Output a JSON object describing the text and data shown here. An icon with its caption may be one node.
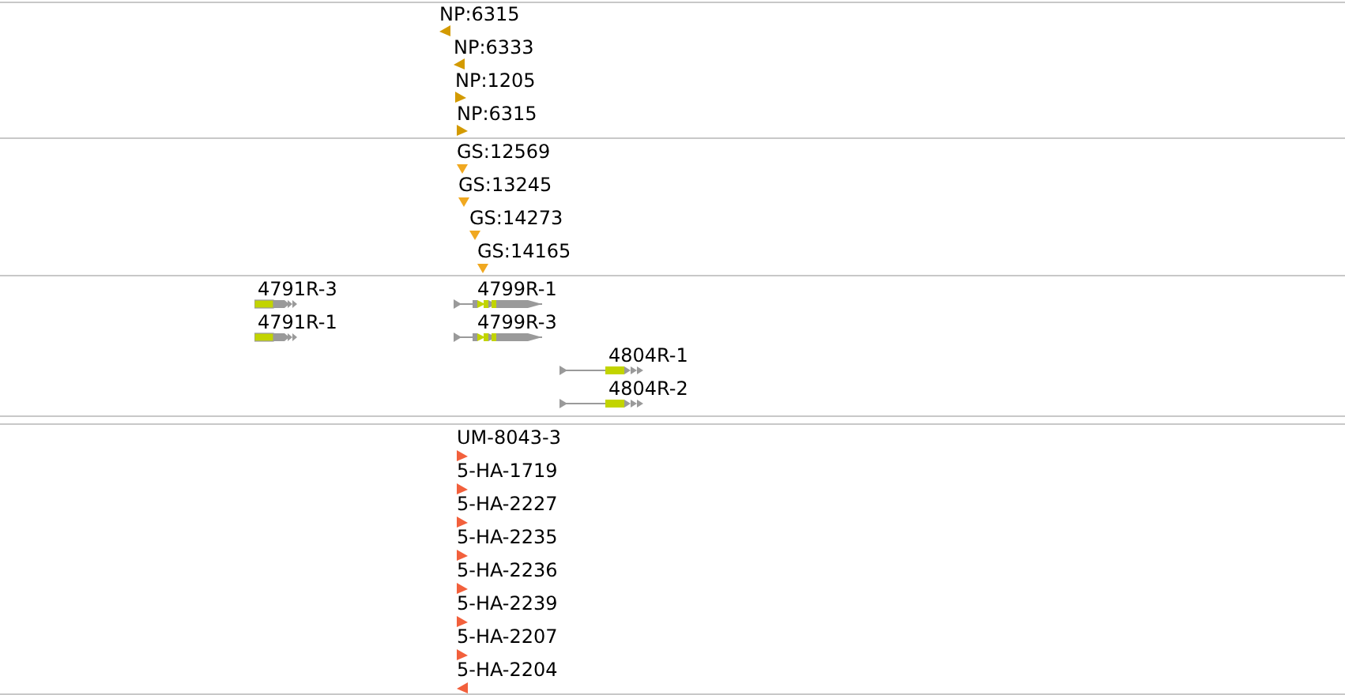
{
  "diagram": {
    "labels": [
      "NP:6315",
      "NP:6333",
      "NP:1205",
      "NP:6315",
      "GS:12569",
      "GS:13245",
      "GS:14273",
      "GS:14165",
      "4791R-3",
      "4799R-1",
      "4791R-1",
      "4799R-3",
      "4804R-1",
      "4804R-2",
      "UM-8043-3",
      "5-HA-1719",
      "5-HA-2227",
      "5-HA-2235",
      "5-HA-2236",
      "5-HA-2239",
      "5-HA-2207",
      "5-HA-2204"
    ]
  }
}
